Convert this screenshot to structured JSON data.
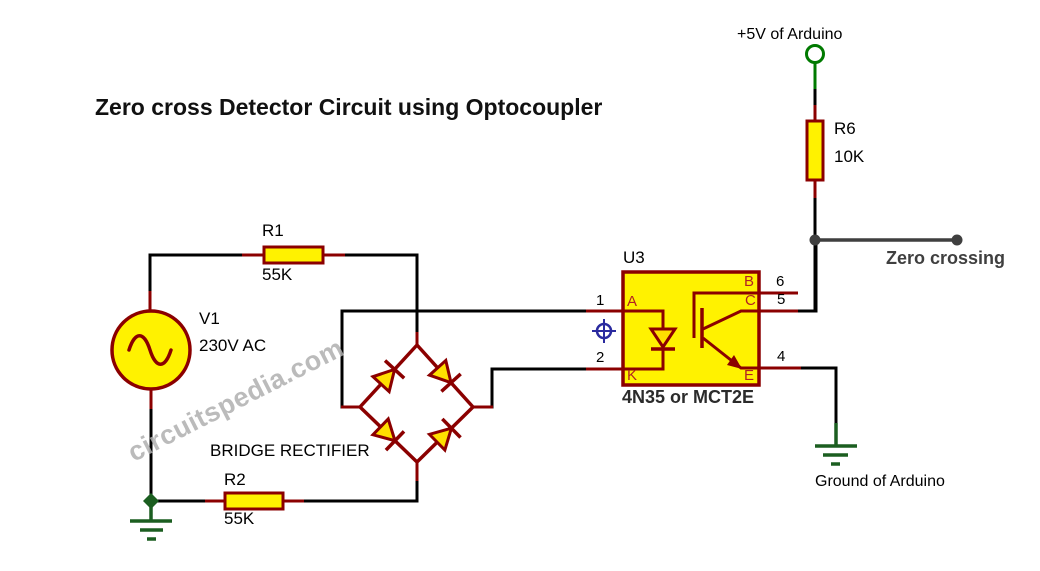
{
  "title": "Zero cross Detector Circuit using Optocoupler",
  "watermark": "circuitspedia.com",
  "power": {
    "vcc_label": "+5V of Arduino",
    "ground_label": "Ground of Arduino"
  },
  "output": {
    "label": "Zero crossing"
  },
  "components": {
    "v1": {
      "ref": "V1",
      "value": "230V AC"
    },
    "r1": {
      "ref": "R1",
      "value": "55K"
    },
    "r2": {
      "ref": "R2",
      "value": "55K"
    },
    "r6": {
      "ref": "R6",
      "value": "10K"
    },
    "u3": {
      "ref": "U3",
      "part_note": "4N35 or MCT2E"
    },
    "bridge": {
      "label": "BRIDGE RECTIFIER"
    }
  },
  "u3_pins": {
    "anode": "A",
    "cathode": "K",
    "base": "B",
    "collector": "C",
    "emitter": "E",
    "pin1": "1",
    "pin2": "2",
    "pin4": "4",
    "pin5": "5",
    "pin6": "6"
  },
  "colors": {
    "wire_black": "#000000",
    "component_outline": "#8b0000",
    "component_fill": "#fff200",
    "ground_green": "#1b5e20",
    "terminal_green": "#007a00",
    "signal_gray": "#3f3f3f",
    "pin_letter_red": "#b22222",
    "crosshair_blue": "#2a2a9f",
    "watermark_gray": "#b0b0b0"
  }
}
